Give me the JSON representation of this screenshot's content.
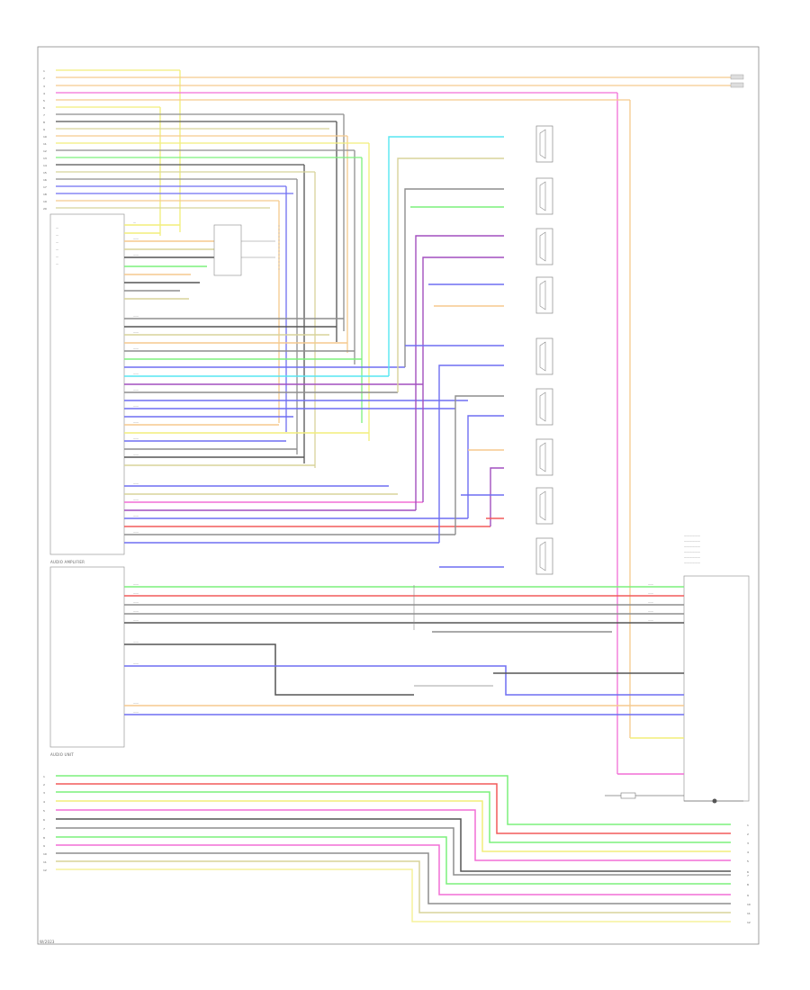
{
  "diagram": {
    "section_labels": {
      "top": "",
      "upper_connector": "AUDIO AMPLIFIER",
      "lower_connector": "AUDIO UNIT",
      "right_module": "",
      "fuse_note": "",
      "footer": "W/2023"
    },
    "wire_colors": {
      "yellow": "#f2ee7a",
      "pink": "#f26fd6",
      "orange": "#f5c98d",
      "gray": "#8e8e8e",
      "dark": "#555555",
      "khaki": "#d8d39a",
      "green": "#7cf07c",
      "blue": "#6f6ff2",
      "cyan": "#56e6f2",
      "purple": "#a24fbf",
      "red": "#f25a5a",
      "light_yellow": "#f5f29b"
    },
    "speaker_labels": [
      "",
      "",
      "",
      "",
      "",
      "",
      "",
      "",
      ""
    ],
    "icons": [
      "speaker-icon",
      "ground-icon",
      "fuse-icon"
    ]
  }
}
